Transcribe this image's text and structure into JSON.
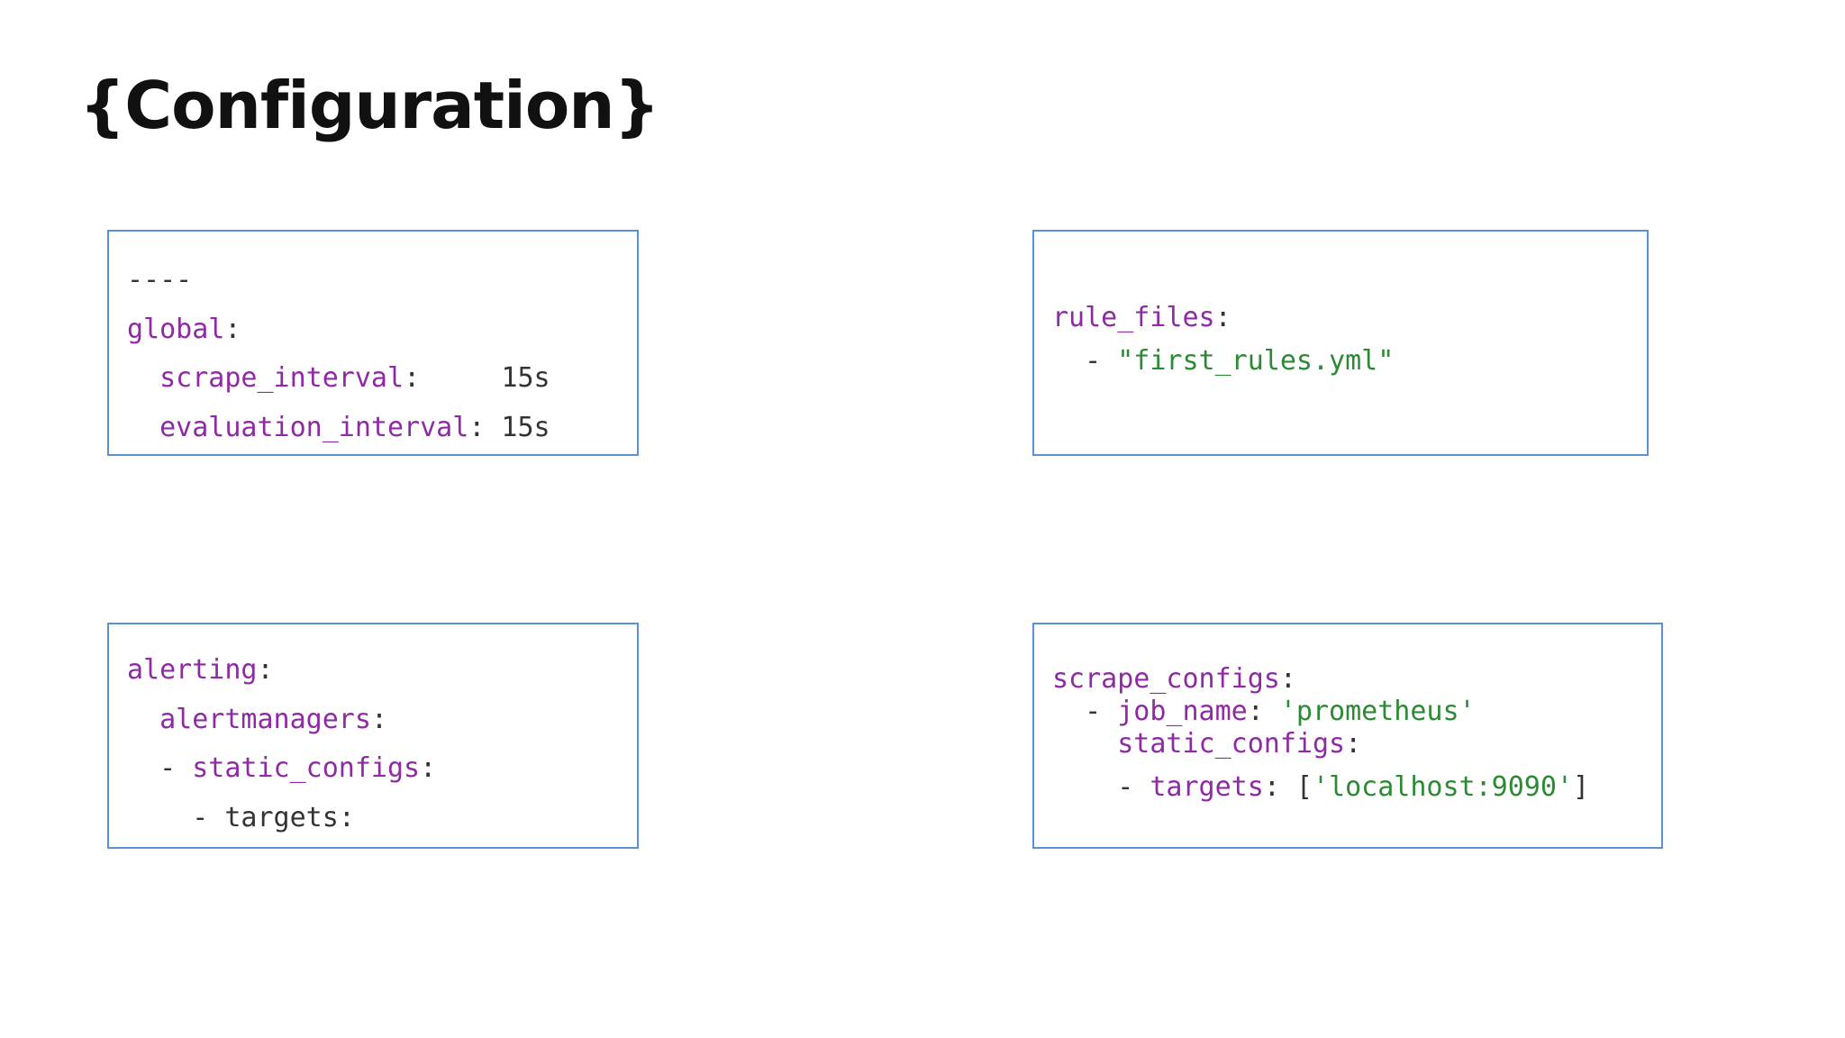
{
  "title": "{Configuration}",
  "global_box": {
    "doc_marker": "----",
    "global_key": "global",
    "scrape_interval_key": "scrape_interval",
    "scrape_interval_value": "15s",
    "evaluation_interval_key": "evaluation_interval",
    "evaluation_interval_value": "15s"
  },
  "rules_box": {
    "rule_files_key": "rule_files",
    "rule_file": "\"first_rules.yml\""
  },
  "alerting_box": {
    "alerting_key": "alerting",
    "alertmanagers_key": "alertmanagers",
    "static_configs_key": "static_configs",
    "targets_key": "targets"
  },
  "scrape_box": {
    "scrape_configs_key": "scrape_configs",
    "job_name_key": "job_name",
    "job_name_value": "'prometheus'",
    "static_configs_key": "static_configs",
    "targets_key": "targets",
    "target_value": "'localhost:9090'"
  },
  "colors": {
    "key": "#8e2aa3",
    "string": "#2d8a34",
    "text": "#333333",
    "border": "#5b8fd6"
  }
}
